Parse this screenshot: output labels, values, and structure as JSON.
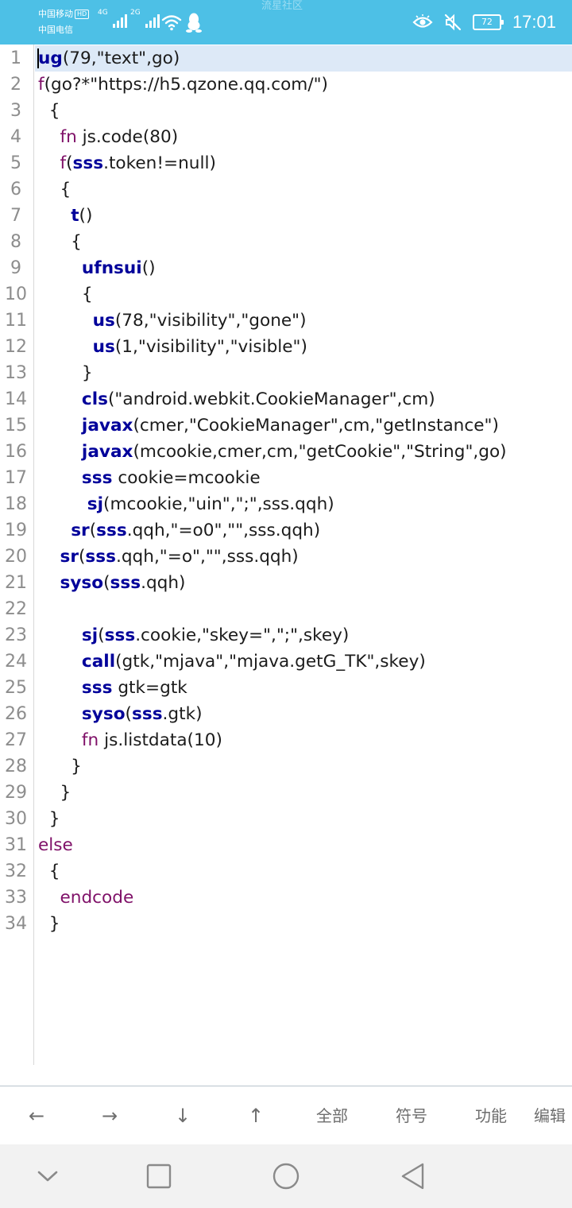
{
  "status_bar": {
    "carrier_1": "中国移动",
    "hd_badge": "HD",
    "carrier_2": "中国电信",
    "network_1": "4G",
    "network_2": "2G",
    "app_title": "流星社区",
    "battery": "72",
    "time": "17:01",
    "icons": [
      "eye-comfort-icon",
      "mute-icon",
      "wifi-icon",
      "qq-icon"
    ]
  },
  "editor": {
    "lines": [
      {
        "n": "1",
        "t": [
          {
            "k": "kw",
            "v": "ug"
          },
          {
            "v": "(79,\"text\",go)"
          }
        ]
      },
      {
        "n": "2",
        "t": [
          {
            "k": "fn",
            "v": "f"
          },
          {
            "v": "(go?*\"https://h5.qzone.qq.com/\")"
          }
        ]
      },
      {
        "n": "3",
        "t": [
          {
            "v": "  {"
          }
        ]
      },
      {
        "n": "4",
        "t": [
          {
            "v": "    "
          },
          {
            "k": "fn",
            "v": "fn"
          },
          {
            "v": " js.code(80)"
          }
        ]
      },
      {
        "n": "5",
        "t": [
          {
            "v": "    "
          },
          {
            "k": "fn",
            "v": "f"
          },
          {
            "v": "("
          },
          {
            "k": "kw",
            "v": "sss"
          },
          {
            "v": ".token!=null)"
          }
        ]
      },
      {
        "n": "6",
        "t": [
          {
            "v": "    {"
          }
        ]
      },
      {
        "n": "7",
        "t": [
          {
            "v": "      "
          },
          {
            "k": "kw",
            "v": "t"
          },
          {
            "v": "()"
          }
        ]
      },
      {
        "n": "8",
        "t": [
          {
            "v": "      {"
          }
        ]
      },
      {
        "n": "9",
        "t": [
          {
            "v": "        "
          },
          {
            "k": "kw",
            "v": "ufnsui"
          },
          {
            "v": "()"
          }
        ]
      },
      {
        "n": "10",
        "t": [
          {
            "v": "        {"
          }
        ]
      },
      {
        "n": "11",
        "t": [
          {
            "v": "          "
          },
          {
            "k": "kw",
            "v": "us"
          },
          {
            "v": "(78,\"visibility\",\"gone\")"
          }
        ]
      },
      {
        "n": "12",
        "t": [
          {
            "v": "          "
          },
          {
            "k": "kw",
            "v": "us"
          },
          {
            "v": "(1,\"visibility\",\"visible\")"
          }
        ]
      },
      {
        "n": "13",
        "t": [
          {
            "v": "        }"
          }
        ]
      },
      {
        "n": "14",
        "t": [
          {
            "v": "        "
          },
          {
            "k": "kw",
            "v": "cls"
          },
          {
            "v": "(\"android.webkit.CookieManager\",cm)"
          }
        ]
      },
      {
        "n": "15",
        "t": [
          {
            "v": "        "
          },
          {
            "k": "kw",
            "v": "javax"
          },
          {
            "v": "(cmer,\"CookieManager\",cm,\"getInstance\")"
          }
        ]
      },
      {
        "n": "16",
        "t": [
          {
            "v": "        "
          },
          {
            "k": "kw",
            "v": "javax"
          },
          {
            "v": "(mcookie,cmer,cm,\"getCookie\",\"String\",go)"
          }
        ]
      },
      {
        "n": "17",
        "t": [
          {
            "v": "        "
          },
          {
            "k": "kw",
            "v": "sss"
          },
          {
            "v": " cookie=mcookie"
          }
        ]
      },
      {
        "n": "18",
        "t": [
          {
            "v": "         "
          },
          {
            "k": "kw",
            "v": "sj"
          },
          {
            "v": "(mcookie,\"uin\",\";\",sss.qqh)"
          }
        ]
      },
      {
        "n": "19",
        "t": [
          {
            "v": "      "
          },
          {
            "k": "kw",
            "v": "sr"
          },
          {
            "v": "("
          },
          {
            "k": "kw",
            "v": "sss"
          },
          {
            "v": ".qqh,\"=o0\",\"\",sss.qqh)"
          }
        ]
      },
      {
        "n": "20",
        "t": [
          {
            "v": "    "
          },
          {
            "k": "kw",
            "v": "sr"
          },
          {
            "v": "("
          },
          {
            "k": "kw",
            "v": "sss"
          },
          {
            "v": ".qqh,\"=o\",\"\",sss.qqh)"
          }
        ]
      },
      {
        "n": "21",
        "t": [
          {
            "v": "    "
          },
          {
            "k": "kw",
            "v": "syso"
          },
          {
            "v": "("
          },
          {
            "k": "kw",
            "v": "sss"
          },
          {
            "v": ".qqh)"
          }
        ]
      },
      {
        "n": "22",
        "t": []
      },
      {
        "n": "23",
        "t": [
          {
            "v": "        "
          },
          {
            "k": "kw",
            "v": "sj"
          },
          {
            "v": "("
          },
          {
            "k": "kw",
            "v": "sss"
          },
          {
            "v": ".cookie,\"skey=\",\";\",skey)"
          }
        ]
      },
      {
        "n": "24",
        "t": [
          {
            "v": "        "
          },
          {
            "k": "kw",
            "v": "call"
          },
          {
            "v": "(gtk,\"mjava\",\"mjava.getG_TK\",skey)"
          }
        ]
      },
      {
        "n": "25",
        "t": [
          {
            "v": "        "
          },
          {
            "k": "kw",
            "v": "sss"
          },
          {
            "v": " gtk=gtk"
          }
        ]
      },
      {
        "n": "26",
        "t": [
          {
            "v": "        "
          },
          {
            "k": "kw",
            "v": "syso"
          },
          {
            "v": "("
          },
          {
            "k": "kw",
            "v": "sss"
          },
          {
            "v": ".gtk)"
          }
        ]
      },
      {
        "n": "27",
        "t": [
          {
            "v": "        "
          },
          {
            "k": "fn",
            "v": "fn"
          },
          {
            "v": " js.listdata(10)"
          }
        ]
      },
      {
        "n": "28",
        "t": [
          {
            "v": "      }"
          }
        ]
      },
      {
        "n": "29",
        "t": [
          {
            "v": "    }"
          }
        ]
      },
      {
        "n": "30",
        "t": [
          {
            "v": "  }"
          }
        ]
      },
      {
        "n": "31",
        "t": [
          {
            "k": "fn",
            "v": "else"
          }
        ]
      },
      {
        "n": "32",
        "t": [
          {
            "v": "  {"
          }
        ]
      },
      {
        "n": "33",
        "t": [
          {
            "v": "    "
          },
          {
            "k": "fn",
            "v": "endcode"
          }
        ]
      },
      {
        "n": "34",
        "t": [
          {
            "v": "  }"
          }
        ]
      }
    ]
  },
  "toolbar": {
    "left": "←",
    "right": "→",
    "down": "↓",
    "up": "↑",
    "all": "全部",
    "symbol": "符号",
    "function": "功能",
    "edit": "编辑"
  },
  "nav_bar": {
    "icons": [
      "chevron-down-icon",
      "recents-icon",
      "home-icon",
      "back-icon"
    ]
  },
  "colors": {
    "status_bar": "#4dc0e6",
    "keyword": "#00009a",
    "function": "#7f1068",
    "current_line": "#dde9f7"
  }
}
